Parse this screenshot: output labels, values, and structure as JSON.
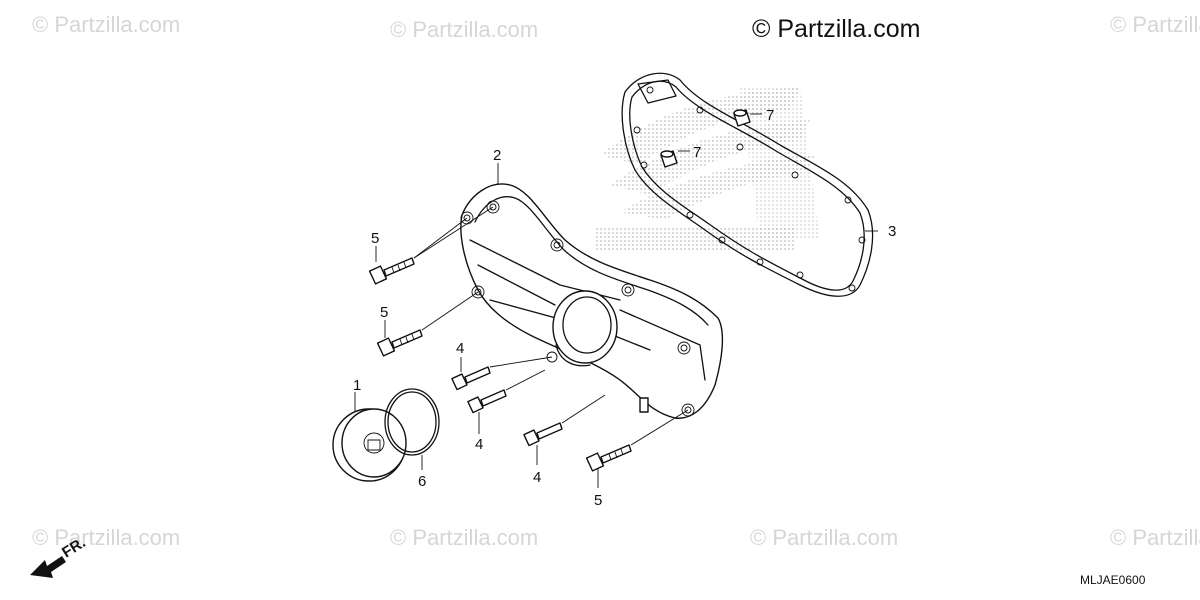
{
  "watermarks": [
    "© Partzilla.com",
    "© Partzilla.com",
    "© Partzilla.com",
    "© Partzilla.com",
    "© Partzilla.com",
    "© Partzilla.com",
    "© Partzilla.com",
    "© Partzilla.com"
  ],
  "brand_watermark": "© Partzilla.com",
  "background_logo": "honda-wing-logo",
  "callouts": {
    "c1": "1",
    "c2": "2",
    "c3": "3",
    "c4a": "4",
    "c4b": "4",
    "c4c": "4",
    "c5a": "5",
    "c5b": "5",
    "c5c": "5",
    "c6": "6",
    "c7a": "7",
    "c7b": "7"
  },
  "direction_indicator": "FR.",
  "diagram_code": "MLJAE0600"
}
